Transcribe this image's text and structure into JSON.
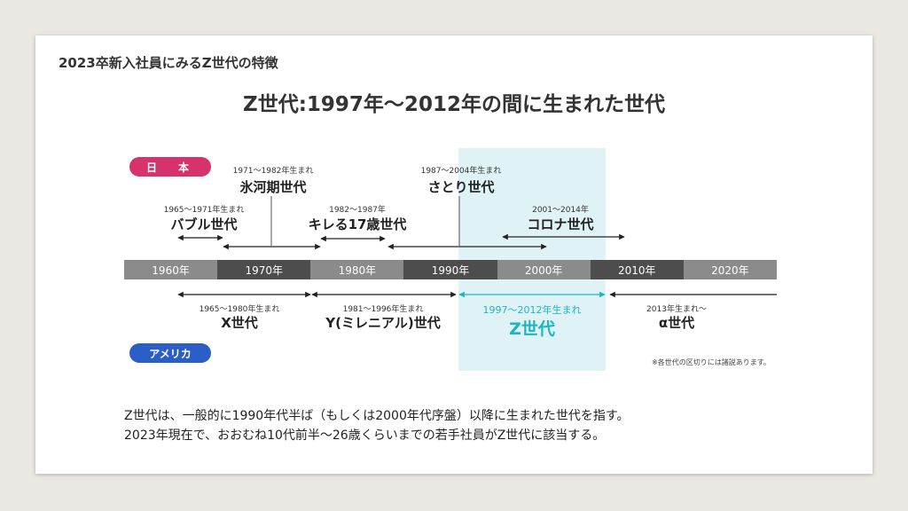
{
  "page_title": "2023卒新入社員にみるZ世代の特徴",
  "main_title": "Z世代:1997年〜2012年の間に生まれた世代",
  "regions": {
    "japan": "日　本",
    "america": "アメリカ"
  },
  "timeline": [
    "1960年",
    "1970年",
    "1980年",
    "1990年",
    "2000年",
    "2010年",
    "2020年"
  ],
  "japan_generations": [
    {
      "range": "1965〜1971年生まれ",
      "name": "バブル世代"
    },
    {
      "range": "1971〜1982年生まれ",
      "name": "氷河期世代"
    },
    {
      "range": "1982〜1987年",
      "name": "キレる17歳世代"
    },
    {
      "range": "1987〜2004年生まれ",
      "name": "さとり世代"
    },
    {
      "range": "2001〜2014年",
      "name": "コロナ世代"
    }
  ],
  "america_generations": [
    {
      "range": "1965〜1980年生まれ",
      "name": "X世代"
    },
    {
      "range": "1981〜1996年生まれ",
      "name": "Y(ミレニアル)世代"
    },
    {
      "range": "1997〜2012年生まれ",
      "name": "Z世代"
    },
    {
      "range": "2013年生まれ〜",
      "name": "α世代"
    }
  ],
  "note": "※各世代の区切りには諸説あります。",
  "bottom_text": [
    "Z世代は、一般的に1990年代半ば（もしくは2000年代序盤）以降に生まれた世代を指す。",
    "2023年現在で、おおむね10代前半〜26歳くらいまでの若手社員がZ世代に該当する。"
  ],
  "colors": {
    "japan_pill": "#d6336c",
    "america_pill": "#2b5fc7",
    "z_highlight": "#1cb5c4",
    "timeline_dark": "#4d4d4d",
    "timeline_light": "#8b8b8b"
  }
}
